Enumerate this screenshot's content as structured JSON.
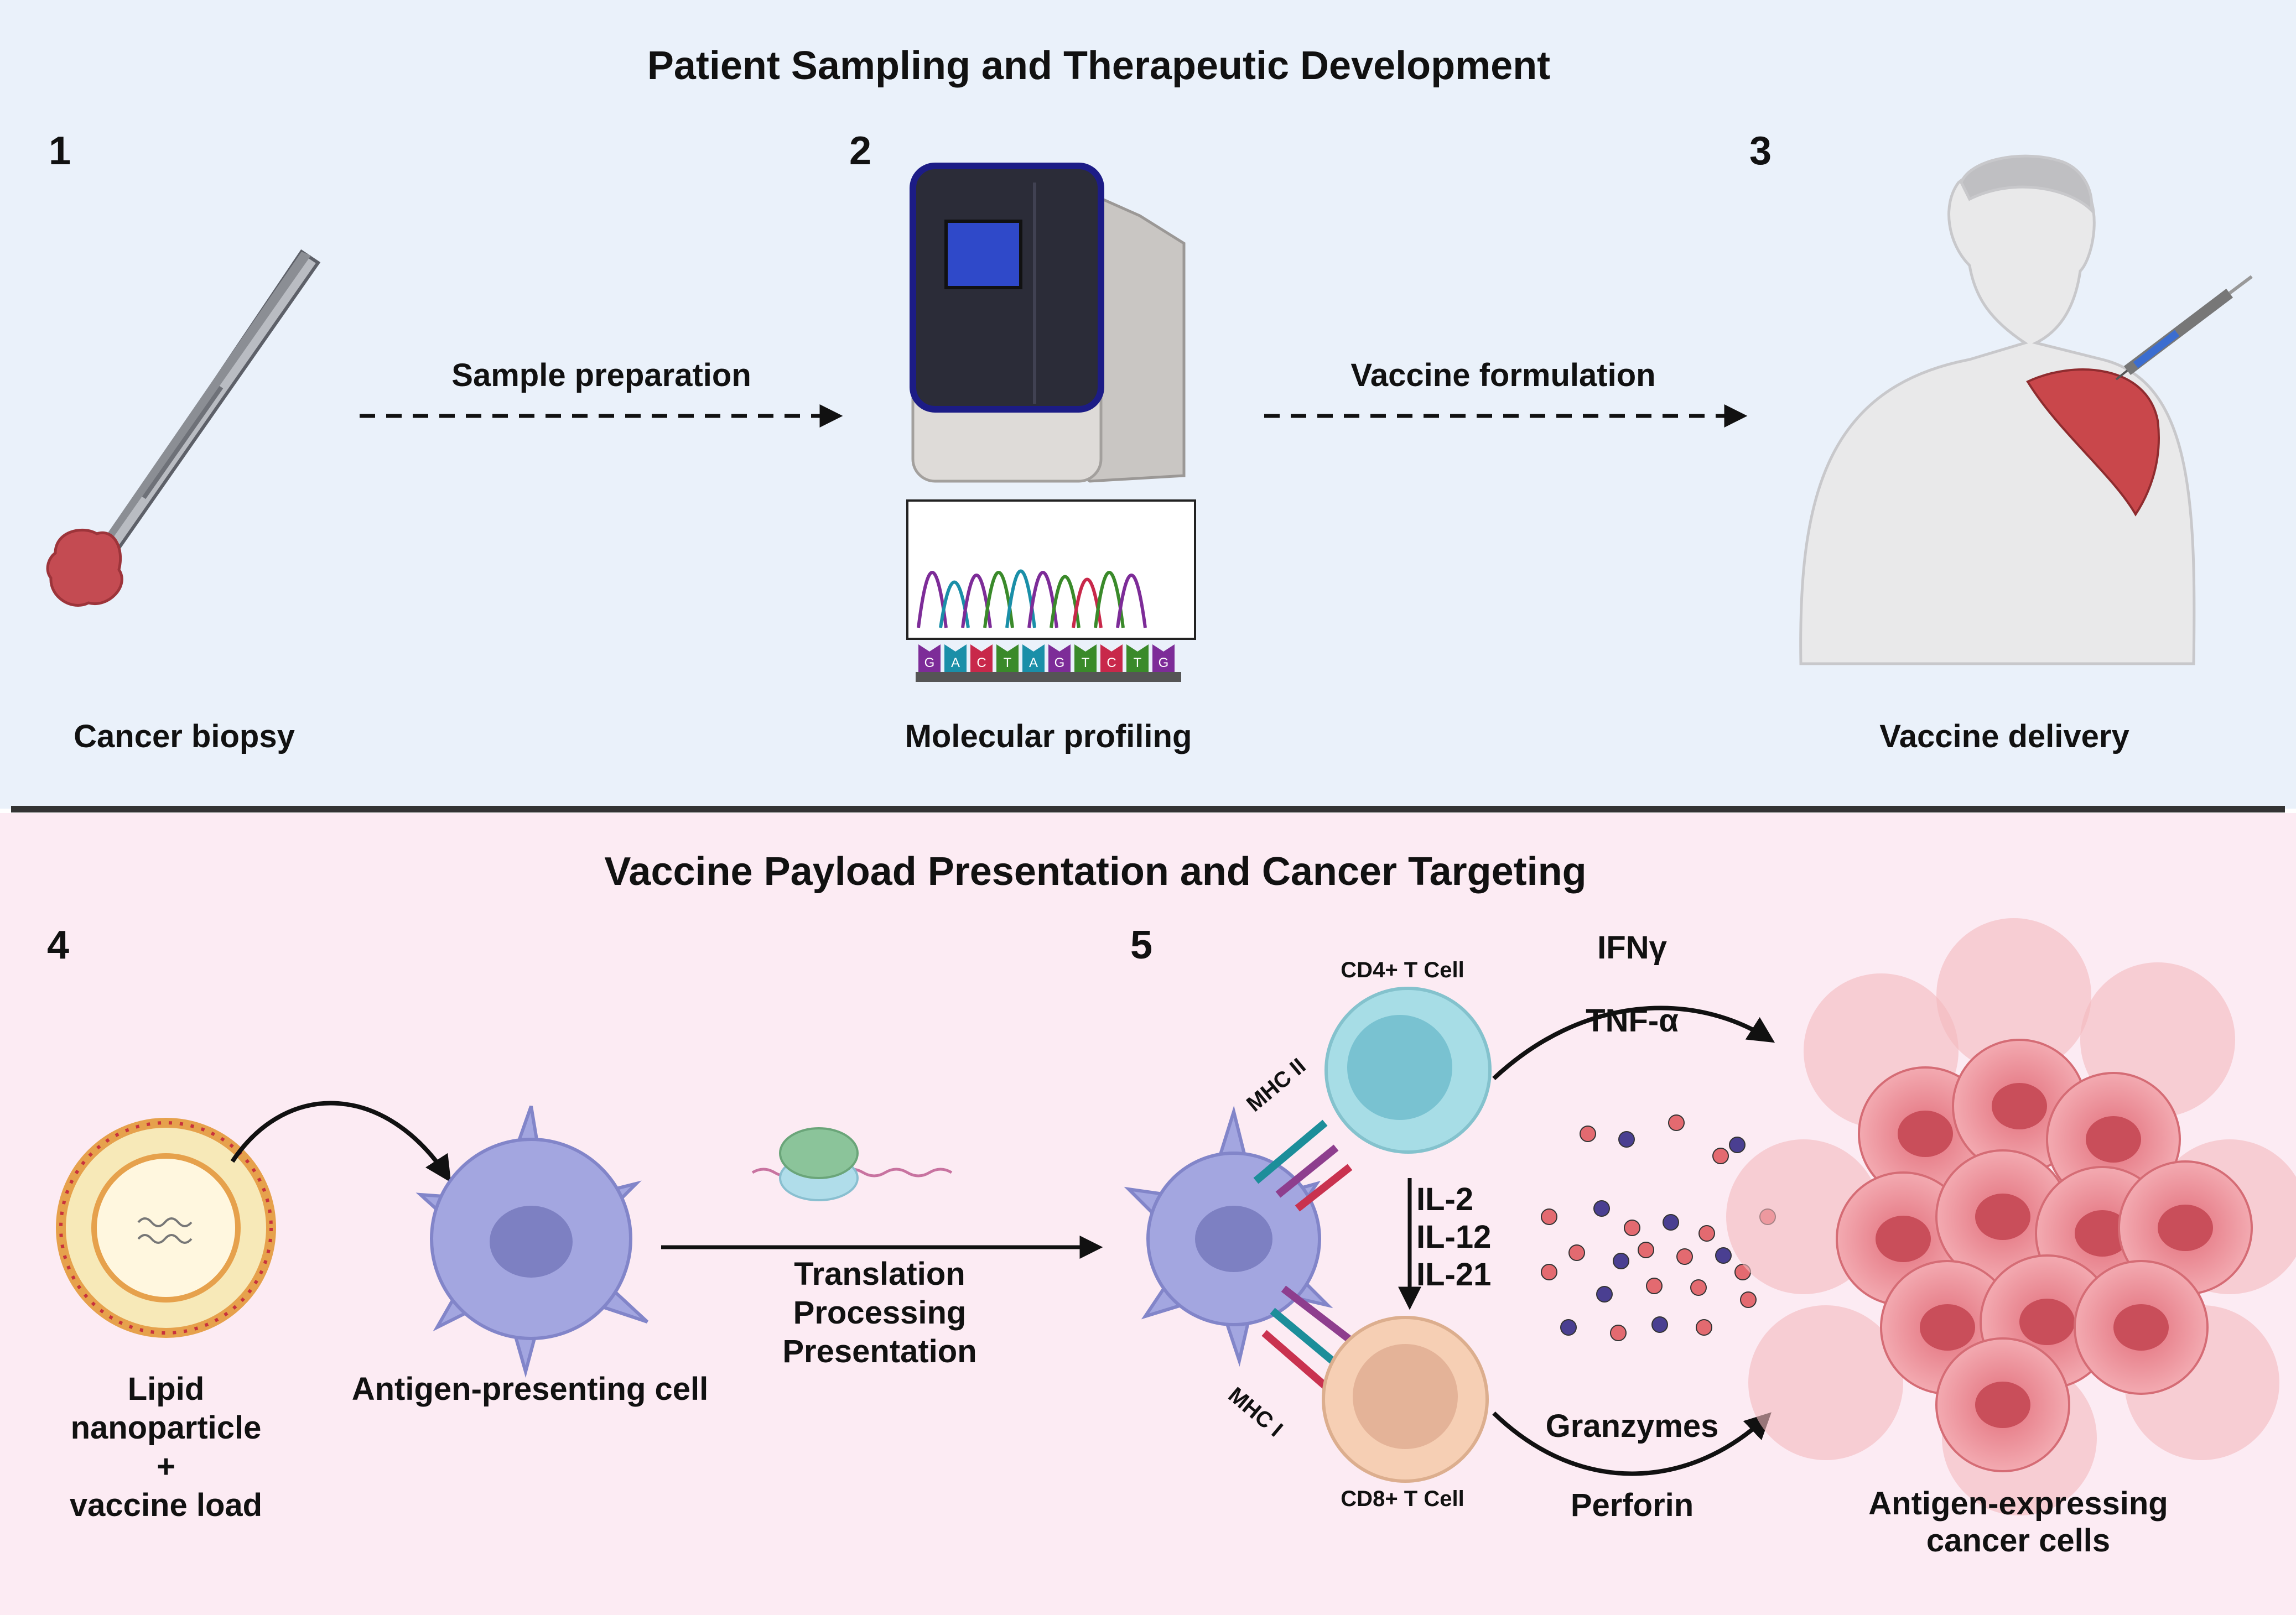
{
  "panel_top": {
    "title": "Patient Sampling and Therapeutic Development",
    "background": "#eaf1fa",
    "steps": [
      {
        "number": "1",
        "label": "Cancer biopsy"
      },
      {
        "number": "2",
        "label": "Molecular profiling"
      },
      {
        "number": "3",
        "label": "Vaccine delivery"
      }
    ],
    "arrows": [
      {
        "label": "Sample preparation"
      },
      {
        "label": "Vaccine formulation"
      }
    ],
    "sequence_bases": [
      "G",
      "A",
      "C",
      "T",
      "A",
      "G",
      "T",
      "C",
      "T",
      "G"
    ]
  },
  "panel_bottom": {
    "title": "Vaccine Payload Presentation and Cancer Targeting",
    "background": "#fcebf3",
    "step4": {
      "number": "4",
      "lnp_label": [
        "Lipid",
        "nanoparticle",
        "+",
        "vaccine load"
      ],
      "apc_label": "Antigen-presenting cell"
    },
    "process_labels": [
      "Translation",
      "Processing",
      "Presentation"
    ],
    "step5": {
      "number": "5",
      "cd4_label": "CD4+ T Cell",
      "cd8_label": "CD8+ T Cell",
      "mhc2_label": "MHC II",
      "mhc1_label": "MHC I",
      "cytokines_top": [
        "IFNγ",
        "TNF-α"
      ],
      "interleukins": [
        "IL-2",
        "IL-12",
        "IL-21"
      ],
      "effectors": [
        "Granzymes",
        "Perforin"
      ],
      "target_label": [
        "Antigen-expressing",
        "cancer cells"
      ]
    }
  },
  "colors": {
    "divider": "#333333",
    "apc": "#a3a6e0",
    "cd4": "#a7dde6",
    "cd8": "#f6cfb4",
    "cancer": "#ea8a92"
  }
}
